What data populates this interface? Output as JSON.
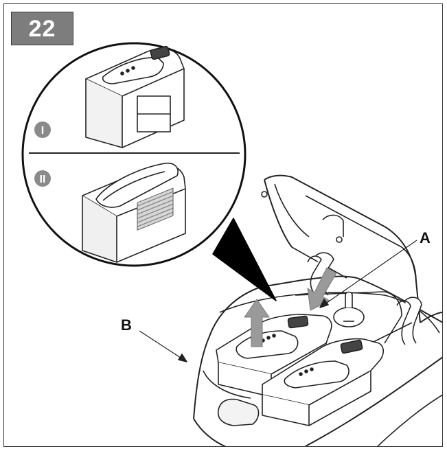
{
  "step_number": "22",
  "callouts": {
    "a": "A",
    "b": "B"
  },
  "variants": {
    "one": "I",
    "two": "II"
  },
  "colors": {
    "badge_bg": "#7d7d7d",
    "arrow": "#9a9a9a",
    "line": "#222222"
  }
}
